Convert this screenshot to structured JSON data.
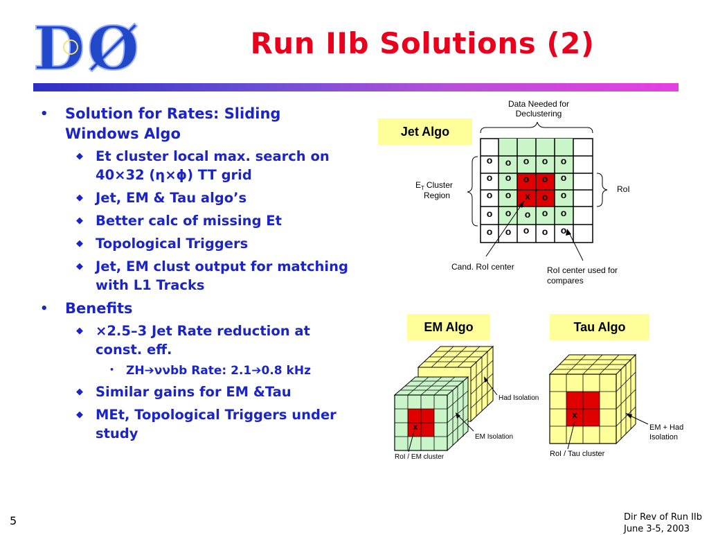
{
  "title": "Run IIb Solutions (2)",
  "logo": {
    "text": "DØ"
  },
  "bullets": {
    "rates": "Solution for Rates: Sliding Windows Algo",
    "rates_items": [
      "Et cluster local max. search on 40×32 (η×ϕ) TT grid",
      "Jet, EM & Tau algo’s",
      "Better calc of missing Et",
      "Topological Triggers",
      "Jet, EM clust output for matching with L1 Tracks"
    ],
    "benefits": "Benefits",
    "benefit1": "×2.5–3 Jet Rate reduction at const. eff.",
    "benefit1_sub": "ZH➔ννbb Rate: 2.1➔0.8 kHz",
    "benefit2": "Similar gains for EM &Tau",
    "benefit3": "MEt, Topological Triggers under study"
  },
  "jet": {
    "label": "Jet Algo",
    "data_needed": [
      "Data Needed for",
      "Declustering"
    ],
    "cluster_region_sym": "E",
    "cluster_region_sub": "T",
    "cluster_region_l1": "Cluster",
    "cluster_region_l2": "Region",
    "roi": "RoI",
    "cand_center": "Cand. RoI center",
    "roi_center": [
      "RoI center used for",
      "compares"
    ],
    "cell_o": "o",
    "cell_x": "x"
  },
  "em": {
    "label": "EM Algo",
    "had_isolation": "Had Isolation",
    "em_isolation": "EM Isolation",
    "roi_cluster": "RoI / EM cluster"
  },
  "tau": {
    "label": "Tau Algo",
    "isolation": [
      "EM + Had",
      "Isolation"
    ],
    "roi_cluster": "RoI / Tau cluster"
  },
  "page_number": "5",
  "footer": [
    "Dir Rev of Run IIb",
    "June 3-5, 2003"
  ],
  "colors": {
    "title": "#e8001c",
    "bullet_text": "#1a24c8",
    "label_bg": "#ffff99",
    "em_cell": "#c9f5c9",
    "tau_cell": "#ffff99",
    "roi_red": "#e00000"
  }
}
